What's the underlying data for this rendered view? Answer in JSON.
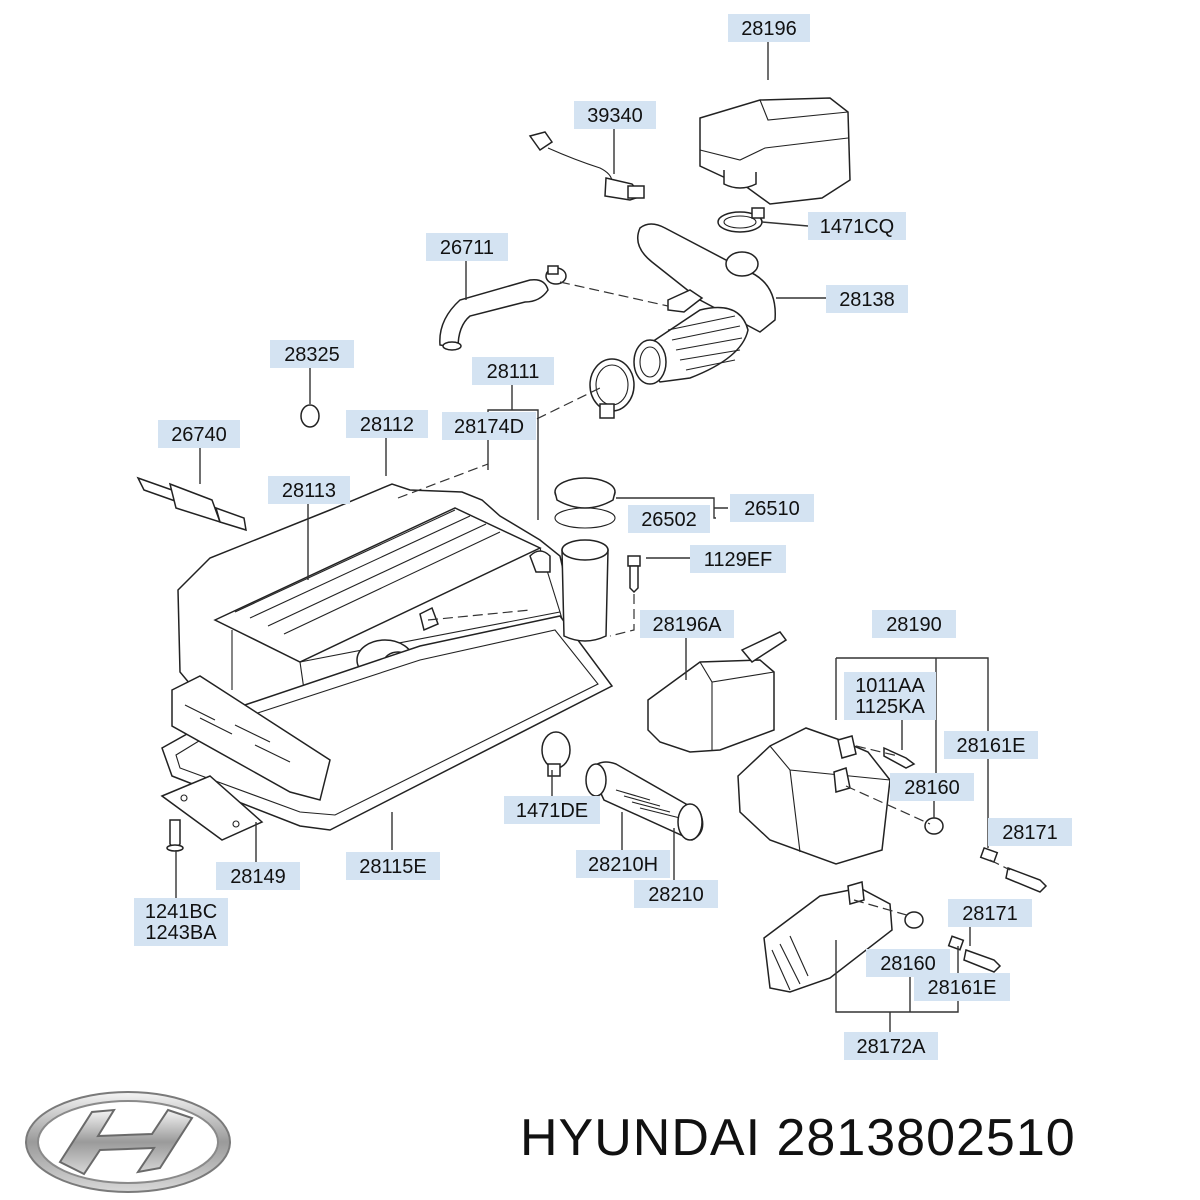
{
  "brand": "HYUNDAI",
  "part_number": "2813802510",
  "labels": {
    "p28196": "28196",
    "p39340": "39340",
    "p1471CQ": "1471CQ",
    "p26711": "26711",
    "p28138": "28138",
    "p28325": "28325",
    "p28111": "28111",
    "p26740": "26740",
    "p28112": "28112",
    "p28174D": "28174D",
    "p28113": "28113",
    "p26510": "26510",
    "p26502": "26502",
    "p1129EF": "1129EF",
    "p28196A": "28196A",
    "p28190": "28190",
    "p1011AA": "1011AA",
    "p1125KA": "1125KA",
    "p28161E_a": "28161E",
    "p28160_a": "28160",
    "p28171_a": "28171",
    "p1471DE": "1471DE",
    "p28115E": "28115E",
    "p28149": "28149",
    "p28210H": "28210H",
    "p28210": "28210",
    "p1241BC": "1241BC",
    "p1243BA": "1243BA",
    "p28171_b": "28171",
    "p28160_b": "28160",
    "p28161E_b": "28161E",
    "p28172A": "28172A"
  }
}
